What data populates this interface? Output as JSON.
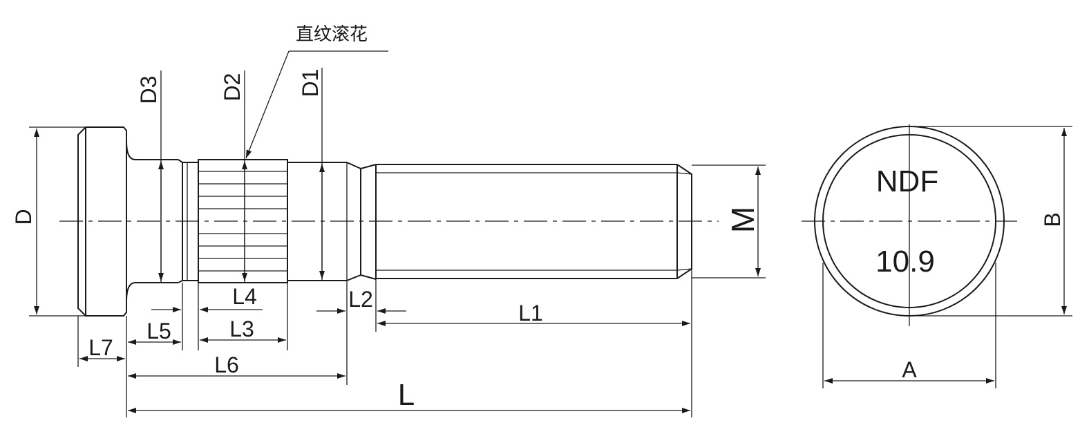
{
  "annotation": "直纹滚花",
  "dimensions": {
    "D": "D",
    "D1": "D1",
    "D2": "D2",
    "D3": "D3",
    "M": "M",
    "L": "L",
    "L1": "L1",
    "L2": "L2",
    "L3": "L3",
    "L4": "L4",
    "L5": "L5",
    "L6": "L6",
    "L7": "L7",
    "A": "A",
    "B": "B"
  },
  "head_marking": {
    "brand": "NDF",
    "grade": "10.9"
  }
}
